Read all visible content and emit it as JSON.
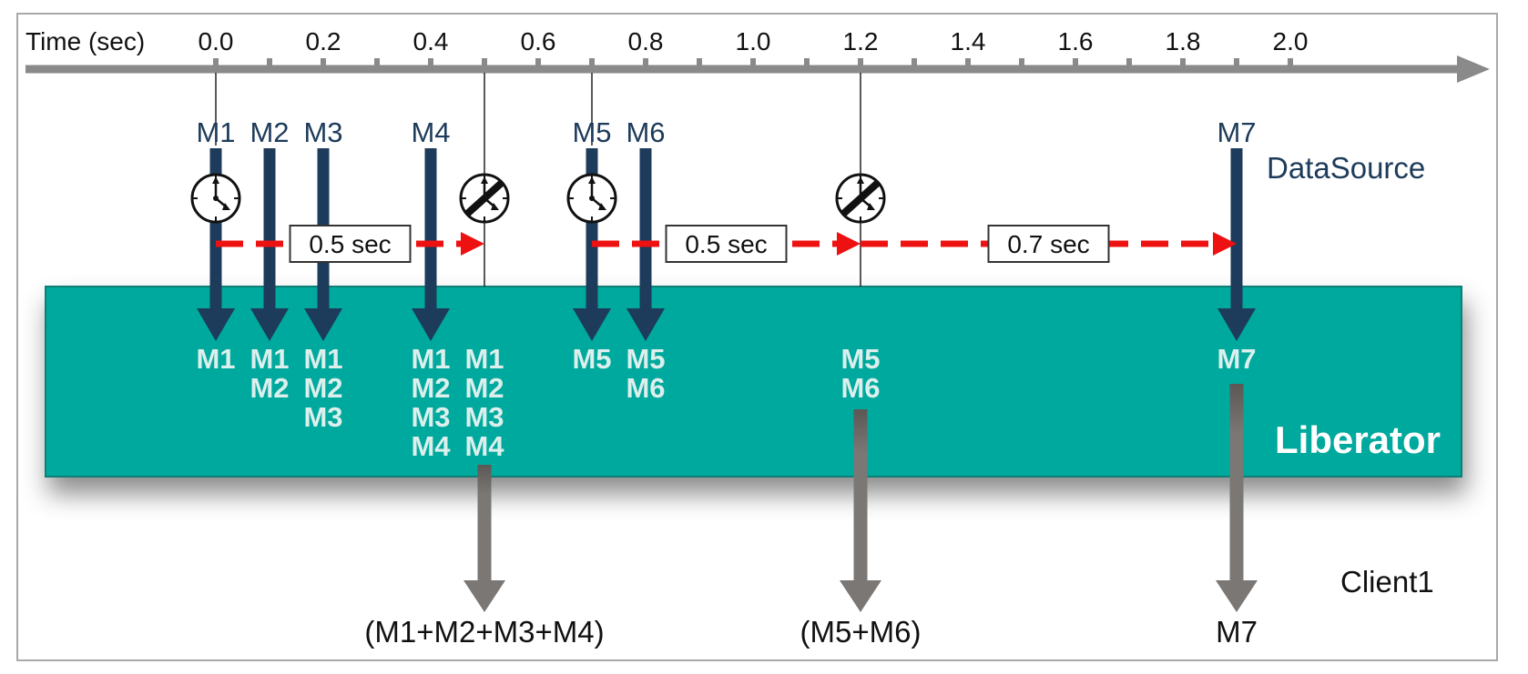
{
  "axis": {
    "label": "Time (sec)",
    "ticks": [
      "0.0",
      "0.2",
      "0.4",
      "0.6",
      "0.8",
      "1.0",
      "1.2",
      "1.4",
      "1.6",
      "1.8",
      "2.0"
    ]
  },
  "labels": {
    "datasource": "DataSource",
    "liberator": "Liberator",
    "client": "Client1"
  },
  "messages": [
    {
      "name": "M1",
      "t": 0.0
    },
    {
      "name": "M2",
      "t": 0.1
    },
    {
      "name": "M3",
      "t": 0.2
    },
    {
      "name": "M4",
      "t": 0.4
    },
    {
      "name": "M5",
      "t": 0.7
    },
    {
      "name": "M6",
      "t": 0.8
    },
    {
      "name": "M7",
      "t": 1.9
    }
  ],
  "timer_starts": [
    0.0,
    0.7
  ],
  "timer_expiries": [
    0.5,
    1.2
  ],
  "buffers": [
    {
      "t": 0.0,
      "items": [
        "M1"
      ]
    },
    {
      "t": 0.1,
      "items": [
        "M1",
        "M2"
      ]
    },
    {
      "t": 0.2,
      "items": [
        "M1",
        "M2",
        "M3"
      ]
    },
    {
      "t": 0.4,
      "items": [
        "M1",
        "M2",
        "M3",
        "M4"
      ]
    },
    {
      "t": 0.5,
      "items": [
        "M1",
        "M2",
        "M3",
        "M4"
      ]
    },
    {
      "t": 0.7,
      "items": [
        "M5"
      ]
    },
    {
      "t": 0.8,
      "items": [
        "M5",
        "M6"
      ]
    },
    {
      "t": 1.2,
      "items": [
        "M5",
        "M6"
      ]
    },
    {
      "t": 1.9,
      "items": [
        "M7"
      ]
    }
  ],
  "intervals": [
    {
      "from": 0.0,
      "to": 0.5,
      "label": "0.5 sec"
    },
    {
      "from": 0.7,
      "to": 1.2,
      "label": "0.5 sec"
    },
    {
      "from": 1.2,
      "to": 1.9,
      "label": "0.7 sec"
    }
  ],
  "outputs": [
    {
      "t": 0.5,
      "label": "(M1+M2+M3+M4)"
    },
    {
      "t": 1.2,
      "label": "(M5+M6)"
    },
    {
      "t": 1.9,
      "label": "M7"
    }
  ],
  "colors": {
    "axis": "#8a8a8a",
    "source_arrow": "#1d3b5a",
    "liberator": "#00a99d",
    "interval_arrow": "#ee1111",
    "output_arrow": "#7a7774"
  }
}
